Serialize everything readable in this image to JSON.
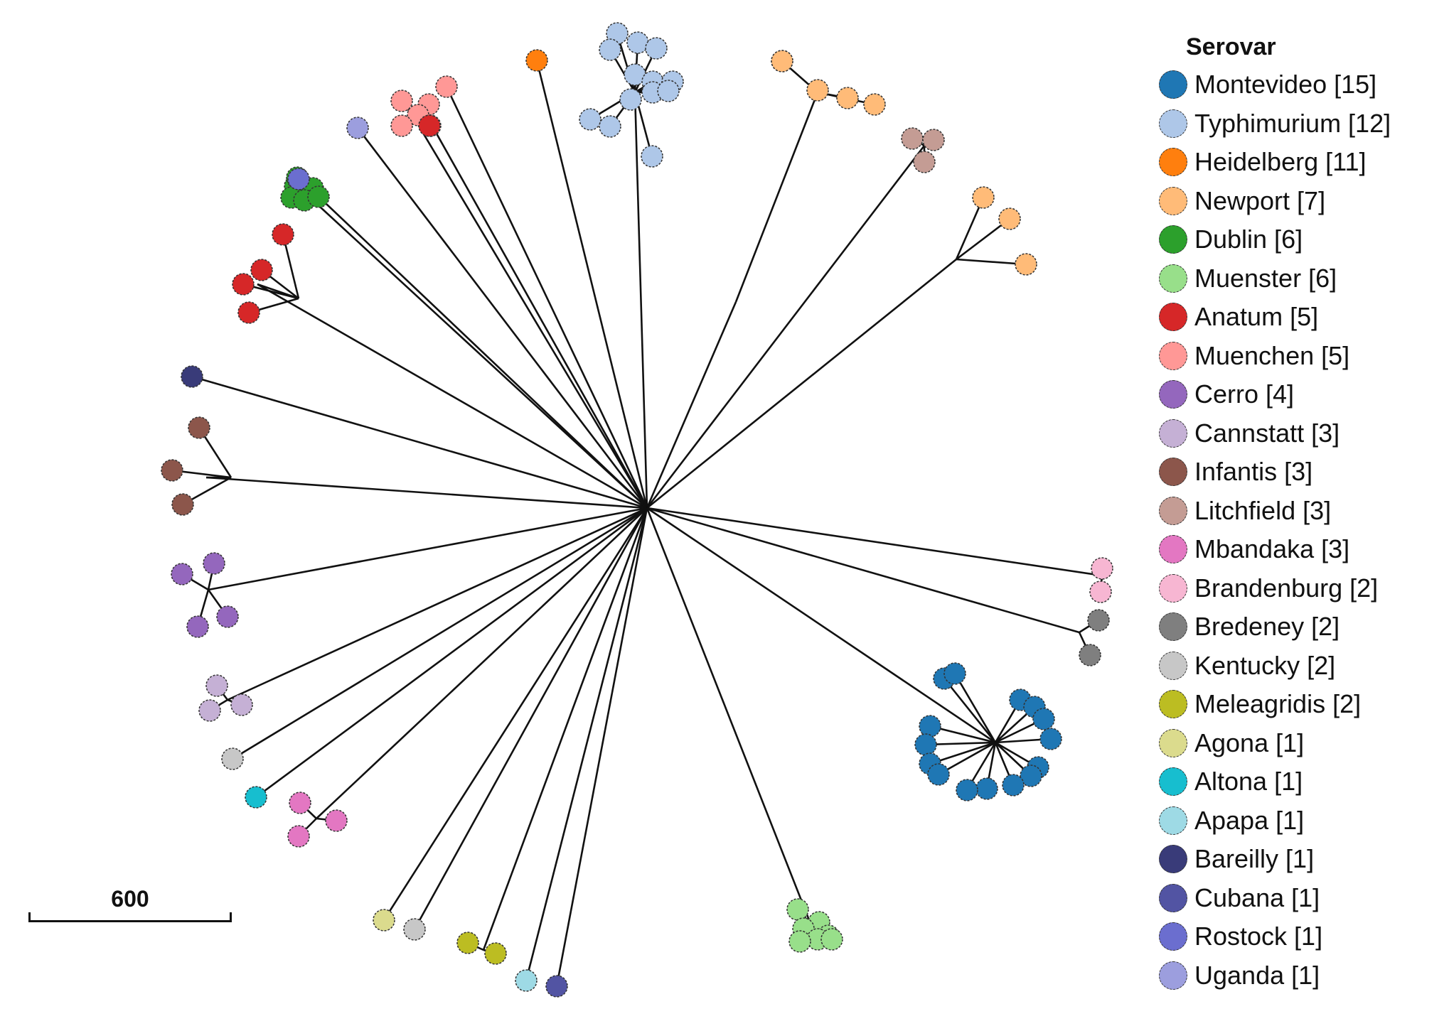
{
  "legend": {
    "title": "Serovar",
    "items": [
      {
        "key": "montevideo",
        "label": "Montevideo [15]",
        "color": "#1f77b4"
      },
      {
        "key": "typhimurium",
        "label": "Typhimurium [12]",
        "color": "#aec7e8"
      },
      {
        "key": "heidelberg",
        "label": "Heidelberg [11]",
        "color": "#ff7f0e"
      },
      {
        "key": "newport",
        "label": "Newport [7]",
        "color": "#ffbb78"
      },
      {
        "key": "dublin",
        "label": "Dublin [6]",
        "color": "#2ca02c"
      },
      {
        "key": "muenster",
        "label": "Muenster [6]",
        "color": "#98df8a"
      },
      {
        "key": "anatum",
        "label": "Anatum [5]",
        "color": "#d62728"
      },
      {
        "key": "muenchen",
        "label": "Muenchen [5]",
        "color": "#ff9896"
      },
      {
        "key": "cerro",
        "label": "Cerro [4]",
        "color": "#9467bd"
      },
      {
        "key": "cannstatt",
        "label": "Cannstatt [3]",
        "color": "#c5b0d5"
      },
      {
        "key": "infantis",
        "label": "Infantis [3]",
        "color": "#8c564b"
      },
      {
        "key": "litchfield",
        "label": "Litchfield [3]",
        "color": "#c49c94"
      },
      {
        "key": "mbandaka",
        "label": "Mbandaka [3]",
        "color": "#e377c2"
      },
      {
        "key": "brandenburg",
        "label": "Brandenburg [2]",
        "color": "#f7b6d2"
      },
      {
        "key": "bredeney",
        "label": "Bredeney [2]",
        "color": "#7f7f7f"
      },
      {
        "key": "kentucky",
        "label": "Kentucky [2]",
        "color": "#c7c7c7"
      },
      {
        "key": "meleagridis",
        "label": "Meleagridis [2]",
        "color": "#bcbd22"
      },
      {
        "key": "agona",
        "label": "Agona [1]",
        "color": "#dbdb8d"
      },
      {
        "key": "altona",
        "label": "Altona [1]",
        "color": "#17becf"
      },
      {
        "key": "apapa",
        "label": "Apapa [1]",
        "color": "#9edae5"
      },
      {
        "key": "bareilly",
        "label": "Bareilly [1]",
        "color": "#393b79"
      },
      {
        "key": "cubana",
        "label": "Cubana [1]",
        "color": "#5254a3"
      },
      {
        "key": "rostock",
        "label": "Rostock [1]",
        "color": "#6b6ecf"
      },
      {
        "key": "uganda",
        "label": "Uganda [1]",
        "color": "#9c9ede"
      }
    ]
  },
  "scale_bar": {
    "label": "600"
  }
}
